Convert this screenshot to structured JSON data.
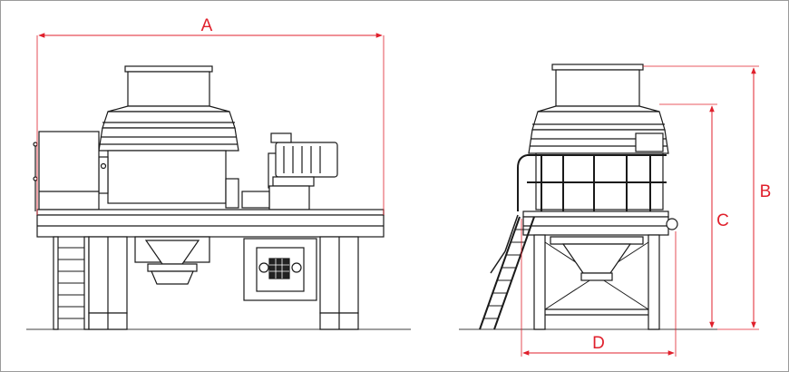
{
  "dimensions": {
    "a": {
      "label": "A"
    },
    "b": {
      "label": "B"
    },
    "c": {
      "label": "C"
    },
    "d": {
      "label": "D"
    }
  },
  "colors": {
    "dimension_line": "#e0202c",
    "machine_line": "#1a1a1a",
    "machine_fill": "#ffffff",
    "ground_line": "#666666",
    "border": "#9a9a9a"
  },
  "icons": {
    "dimension_arrow": "arrowhead"
  }
}
